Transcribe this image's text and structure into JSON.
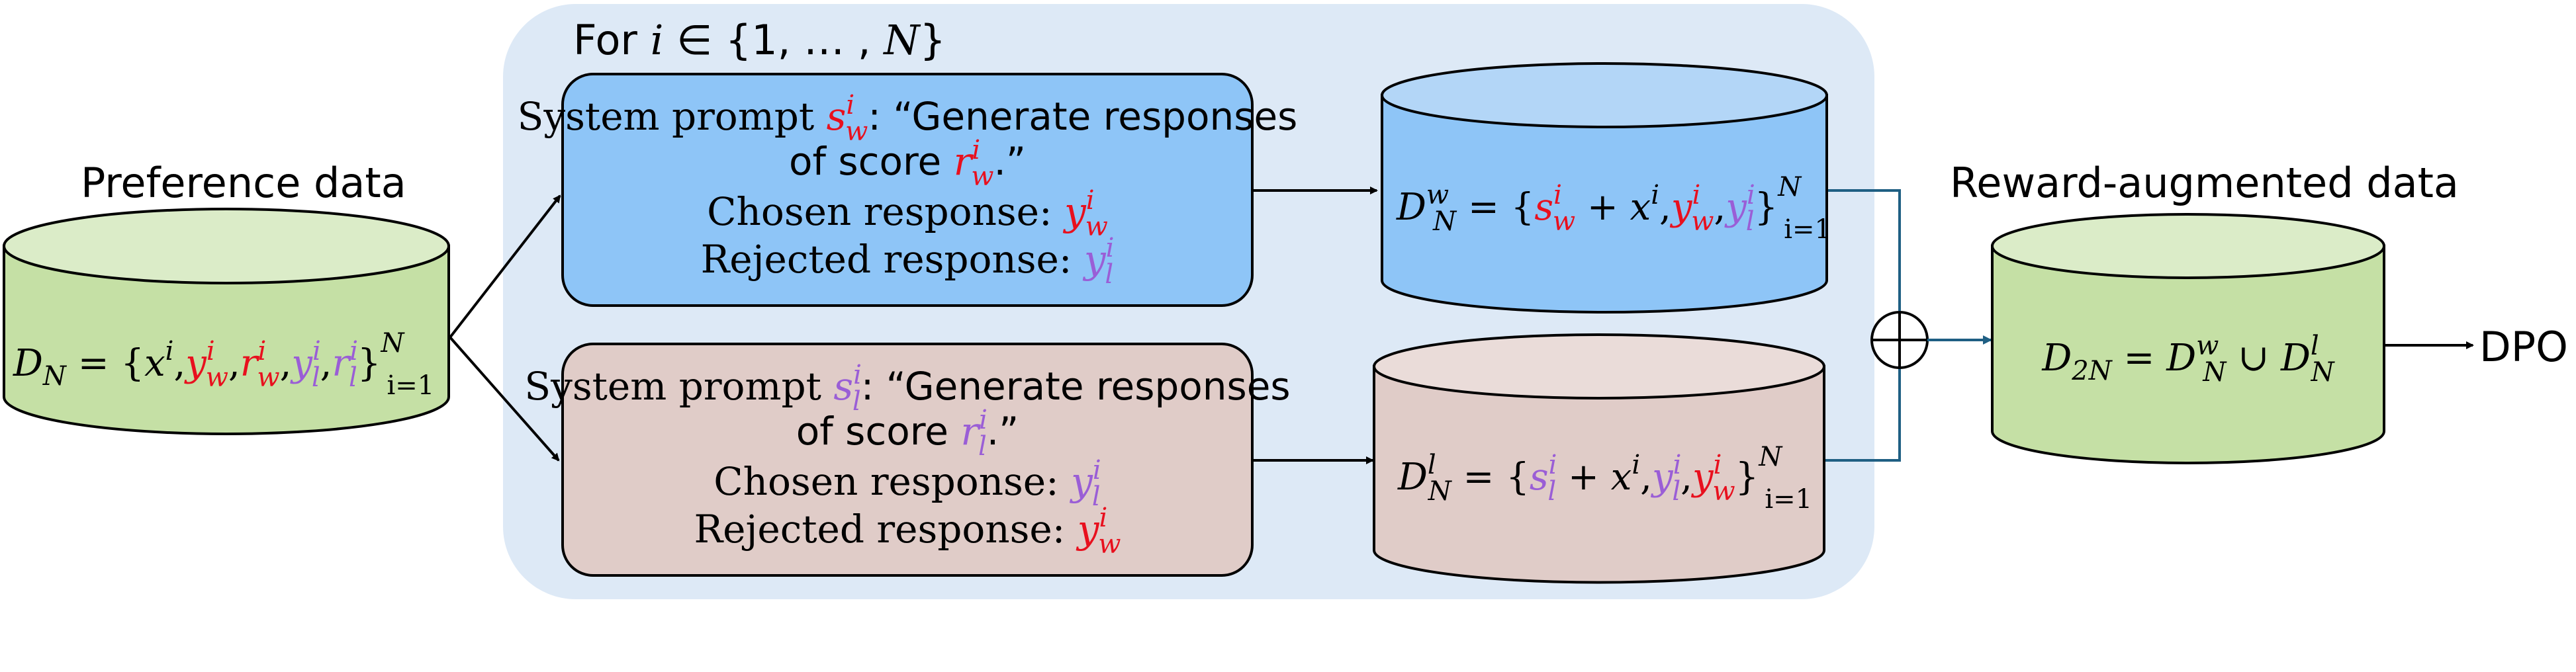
{
  "colors": {
    "red": "#e8101e",
    "purple": "#9a5ed6",
    "green_fill": "#c5e0a5",
    "green_top": "#dbecc8",
    "blue_box": "#8ec5f7",
    "blue_panel": "#dde9f6",
    "pink_fill": "#e0ccc8",
    "pink_top": "#eadcd9",
    "blue_top": "#b3d6f7",
    "line": "#1f5f83"
  },
  "left": {
    "title": "Preference data",
    "D": "D",
    "N": "N",
    "eq": " = {",
    "x": "x",
    "i": "i",
    "comma": ",",
    "y": "y",
    "r": "r",
    "w": "w",
    "l": "l",
    "close": "}",
    "i_eq_1": "i=1"
  },
  "panel": {
    "for_text": "For ",
    "i": "i",
    "in_set": " ∈ {1, … , ",
    "N": "N",
    "close": "}"
  },
  "top_box": {
    "sys_prefix": "System prompt ",
    "s": "s",
    "w": "w",
    "i": "i",
    "colon_quote": ": “Generate responses",
    "of_score": "of score ",
    "r": "r",
    "period_quote": ".”",
    "chosen": "Chosen response: ",
    "rejected": "Rejected response: ",
    "y": "y",
    "l": "l"
  },
  "bottom_box": {
    "sys_prefix": "System prompt ",
    "s": "s",
    "l": "l",
    "i": "i",
    "colon_quote": ": “Generate responses",
    "of_score": "of score ",
    "r": "r",
    "period_quote": ".”",
    "chosen": "Chosen response: ",
    "rejected": "Rejected response: ",
    "y": "y",
    "w": "w"
  },
  "top_cyl": {
    "D": "D",
    "N": "N",
    "w": "w",
    "eq": " = {",
    "s": "s",
    "i": "i",
    "plus": " + ",
    "x": "x",
    "comma": ",",
    "y": "y",
    "l": "l",
    "close": "}",
    "i_eq_1": "i=1"
  },
  "bottom_cyl": {
    "D": "D",
    "N": "N",
    "l": "l",
    "eq": " = {",
    "s": "s",
    "i": "i",
    "plus": " + ",
    "x": "x",
    "comma": ",",
    "y": "y",
    "w": "w",
    "close": "}",
    "i_eq_1": "i=1"
  },
  "right": {
    "title": "Reward-augmented data",
    "D": "D",
    "two_n": "2N",
    "eq": " = ",
    "N": "N",
    "w": "w",
    "union": " ∪ ",
    "l": "l",
    "dpo": "DPO"
  },
  "oplus_symbol": "⊕"
}
